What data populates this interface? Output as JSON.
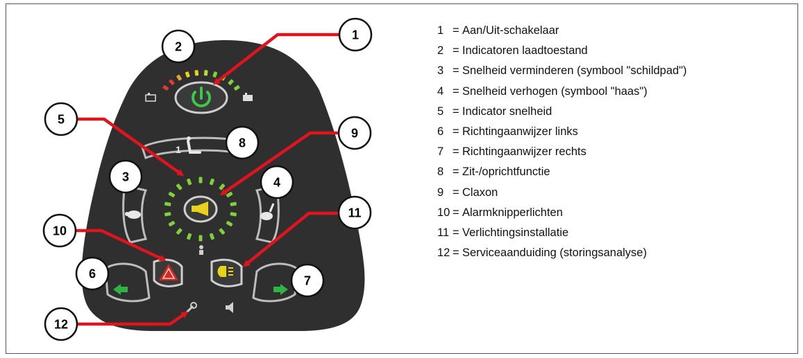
{
  "colors": {
    "panel": "#2f2f2f",
    "arrow": "#e0141e",
    "power_green": "#3ec84a",
    "horn_yellow": "#e8d21c",
    "led_green": "#7fd13b",
    "led_red": "#e23b2e",
    "hazard_red": "#d32a1f"
  },
  "icons": {
    "power": "power-icon",
    "horn": "horn-icon",
    "hazard": "hazard-triangle-icon",
    "lights": "headlight-icon",
    "turtle": "turtle-icon",
    "hare": "hare-icon",
    "seat": "seat-icon",
    "wrench": "wrench-icon",
    "left": "left-arrow-icon",
    "right": "right-arrow-icon"
  },
  "panel_labels": {
    "seat_number": "1"
  },
  "callouts": [
    "1",
    "2",
    "3",
    "4",
    "5",
    "6",
    "7",
    "8",
    "9",
    "10",
    "11",
    "12"
  ],
  "legend": [
    {
      "num": "1",
      "text": "Aan/Uit-schakelaar"
    },
    {
      "num": "2",
      "text": "Indicatoren laadtoestand"
    },
    {
      "num": "3",
      "text": "Snelheid verminderen (symbool \"schildpad\")"
    },
    {
      "num": "4",
      "text": "Snelheid verhogen (symbool \"haas\")"
    },
    {
      "num": "5",
      "text": "Indicator snelheid"
    },
    {
      "num": "6",
      "text": "Richtingaanwijzer links"
    },
    {
      "num": "7",
      "text": "Richtingaanwijzer rechts"
    },
    {
      "num": "8",
      "text": "Zit-/oprichtfunctie"
    },
    {
      "num": "9",
      "text": "Claxon"
    },
    {
      "num": "10",
      "text": "Alarmknipperlichten"
    },
    {
      "num": "11",
      "text": "Verlichtingsinstallatie"
    },
    {
      "num": "12",
      "text": "Serviceaanduiding (storingsanalyse)"
    }
  ]
}
